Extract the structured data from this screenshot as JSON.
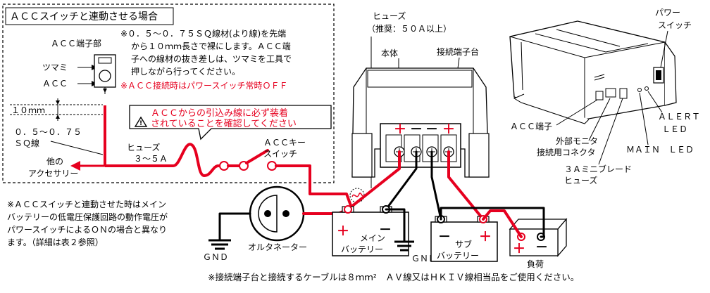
{
  "acc_box": {
    "title": "ＡＣＣスイッチと連動させる場合",
    "acc_terminal_label": "ＡＣＣ端子部",
    "knob_label": "ツマミ",
    "acc_label": "ＡＣＣ",
    "note_lines": [
      "※０．５～０．７５ＳＱ線材(より線)を先端",
      "から１０ｍｍ長さで裸にします。ＡＣＣ端",
      "子への線材の抜き差しは、ツマミを工具で",
      "押しながら行ってください。"
    ],
    "warning_off": "※ＡＣＣ接続時はパワースイッチ常時ＯＦＦ",
    "dim_10mm": "１０ｍｍ",
    "wire_size_line1": "０．５～０．７５",
    "wire_size_line2": "ＳＱ線",
    "fuse_label_line1": "ヒューズ",
    "fuse_label_line2": "３～５Ａ",
    "acc_key_line1": "ＡＣＣキー",
    "acc_key_line2": "スイッチ",
    "other_acc_line1": "他の",
    "other_acc_line2": "アクセサリー",
    "caution_line1": "ＡＣＣからの引込み線に必ず装着",
    "caution_line2": "されていることを確認してください"
  },
  "main_unit": {
    "fuse_label": "ヒューズ",
    "fuse_recommend": "（推奨：５０Ａ以上）",
    "body_label": "本体",
    "terminal_block_label": "接続端子台",
    "terminal_signs": [
      "＋",
      "－",
      "－",
      "＋"
    ]
  },
  "device": {
    "power_switch_line1": "パワー",
    "power_switch_line2": "スイッチ",
    "acc_terminal": "ＡＣＣ端子",
    "ext_monitor_line1": "外部モニタ",
    "ext_monitor_line2": "接続用コネクタ",
    "alert_led_line1": "ＡＬＥＲＴ",
    "alert_led_line2": "ＬＥＤ",
    "main_led": "ＭＡＩＮ　ＬＥＤ",
    "mini_fuse_line1": "３Ａミニブレード",
    "mini_fuse_line2": "ヒューズ"
  },
  "bottom": {
    "note_lines": [
      "※ＡＣＣスイッチと連動させた時はメイン",
      "バッテリーの低電圧保護回路の動作電圧が",
      "パワースイッチによるＯＮの場合と異なり",
      "ます。（詳細は表２参照）"
    ],
    "gnd": "ＧＮＤ",
    "gnd2": "ＧＮＤ",
    "alternator": "オルタネーター",
    "main_battery_line1": "メイン",
    "main_battery_line2": "バッテリー",
    "sub_battery_line1": "サブ",
    "sub_battery_line2": "バッテリー",
    "load_label": "負荷",
    "plus": "＋",
    "minus": "－",
    "cable_note": "※接続端子台と接続するケーブルは８ｍｍ²　ＡＶ線又はＨＫＩＶ線相当品をご使用ください。"
  }
}
